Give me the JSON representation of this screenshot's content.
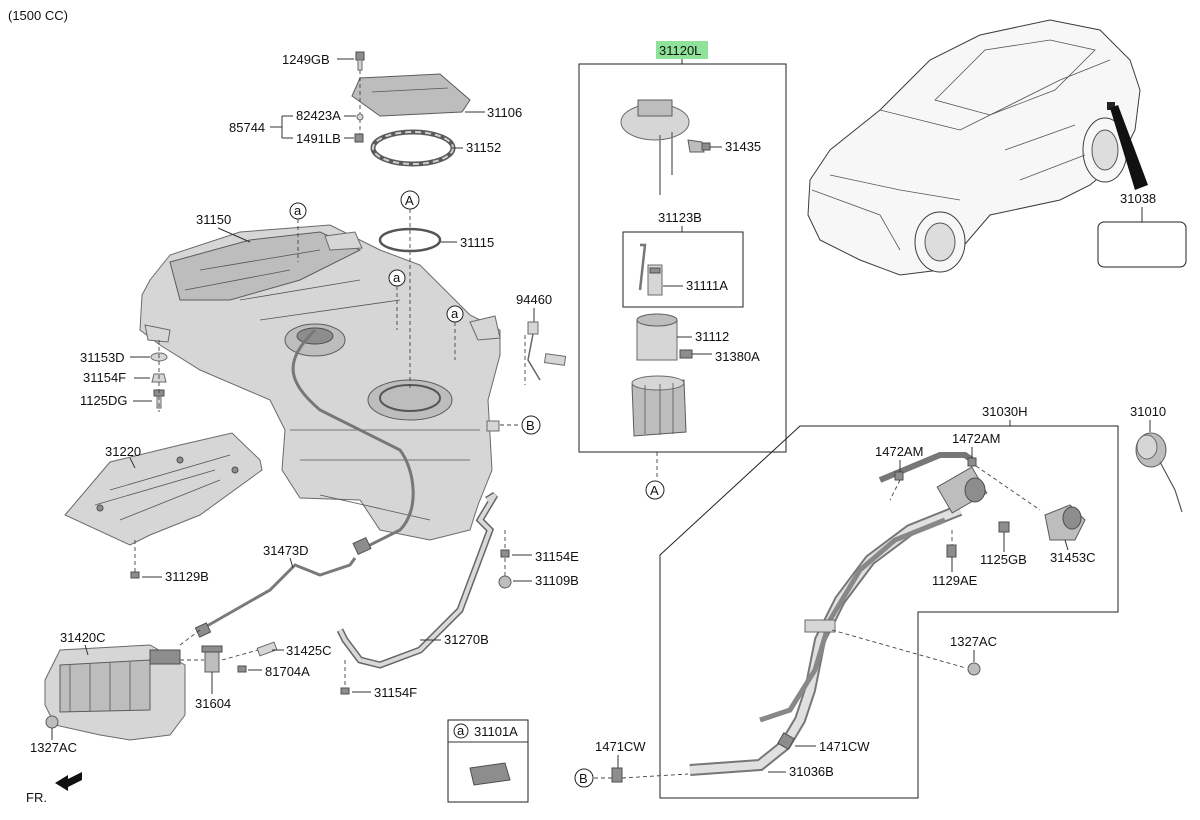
{
  "header": {
    "engine": "(1500 CC)"
  },
  "highlight_color": "#8fe29a",
  "labels": {
    "p1249GB": "1249GB",
    "p82423A": "82423A",
    "p85744": "85744",
    "p1491LB": "1491LB",
    "p31106": "31106",
    "p31152": "31152",
    "p31150": "31150",
    "p31115": "31115",
    "p94460": "94460",
    "p31153D": "31153D",
    "p31154F_a": "31154F",
    "p1125DG": "1125DG",
    "p31220": "31220",
    "p31129B": "31129B",
    "p31473D": "31473D",
    "p31154E": "31154E",
    "p31109B": "31109B",
    "p31420C": "31420C",
    "p31425C": "31425C",
    "p81704A": "81704A",
    "p31270B": "31270B",
    "p31604": "31604",
    "p31154F_b": "31154F",
    "p1327AC_a": "1327AC",
    "p31120L": "31120L",
    "p31435": "31435",
    "p31123B": "31123B",
    "p31111A": "31111A",
    "p31112": "31112",
    "p31380A": "31380A",
    "p31038": "31038",
    "p31030H": "31030H",
    "p31010": "31010",
    "p1472AM_a": "1472AM",
    "p1472AM_b": "1472AM",
    "p1125GB": "1125GB",
    "p31453C": "31453C",
    "p1129AE": "1129AE",
    "p1327AC_b": "1327AC",
    "p1471CW_a": "1471CW",
    "p1471CW_b": "1471CW",
    "p31036B": "31036B",
    "p31101A": "31101A"
  },
  "markers": {
    "a": "a",
    "A": "A",
    "B": "B"
  },
  "footer": {
    "fr": "FR."
  }
}
